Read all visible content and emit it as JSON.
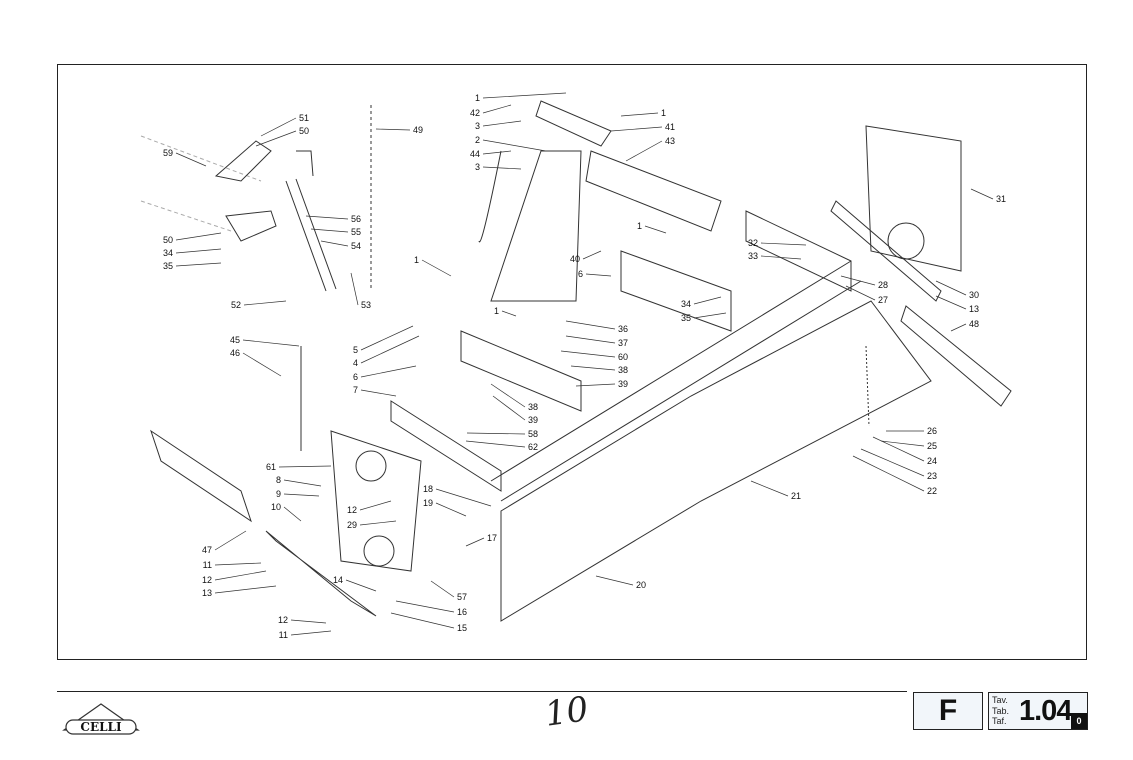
{
  "diagram": {
    "callouts": [
      "51",
      "50",
      "59",
      "49",
      "56",
      "55",
      "54",
      "50",
      "34",
      "35",
      "52",
      "53",
      "1",
      "42",
      "3",
      "2",
      "44",
      "3",
      "1",
      "41",
      "43",
      "1",
      "32",
      "33",
      "40",
      "6",
      "1",
      "34",
      "35",
      "1",
      "5",
      "4",
      "6",
      "7",
      "36",
      "37",
      "60",
      "38",
      "39",
      "38",
      "39",
      "58",
      "62",
      "45",
      "46",
      "31",
      "28",
      "27",
      "30",
      "13",
      "48",
      "26",
      "25",
      "24",
      "23",
      "22",
      "21",
      "61",
      "8",
      "9",
      "10",
      "12",
      "29",
      "18",
      "19",
      "17",
      "47",
      "11",
      "12",
      "13",
      "14",
      "57",
      "16",
      "15",
      "12",
      "11",
      "20"
    ]
  },
  "footer": {
    "logo_text": "CELLI",
    "handwritten_note": "10",
    "language_code": "F",
    "table_labels": [
      "Tav.",
      "Tab.",
      "Taf."
    ],
    "table_number": "1.04",
    "revision": "0"
  }
}
